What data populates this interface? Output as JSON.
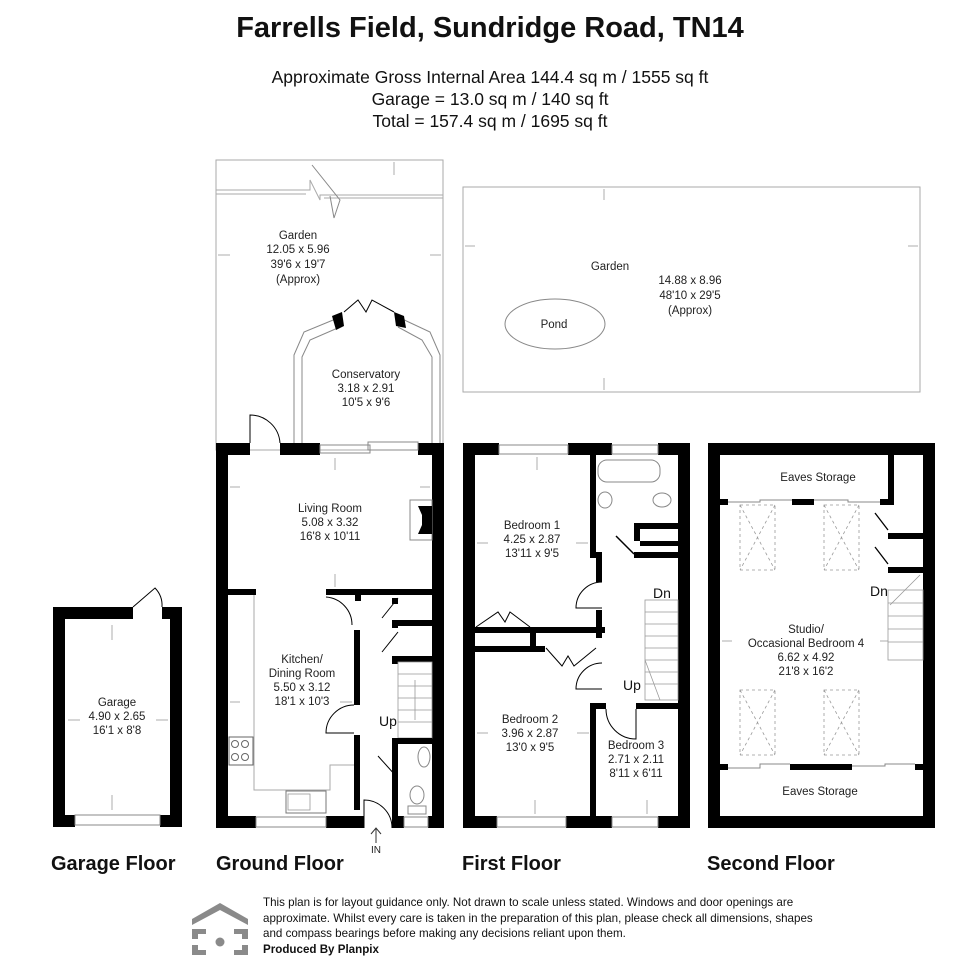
{
  "header": {
    "title": "Farrells Field, Sundridge Road, TN14",
    "area_lines": [
      "Approximate Gross Internal Area 144.4 sq m / 1555 sq ft",
      "Garage = 13.0 sq m / 140 sq ft",
      "Total = 157.4 sq m / 1695 sq ft"
    ]
  },
  "floors": {
    "garage": {
      "label": "Garage Floor",
      "rooms": [
        {
          "name": "Garage",
          "metric": "4.90 x 2.65",
          "imperial": "16'1 x 8'8"
        }
      ]
    },
    "ground": {
      "label": "Ground Floor",
      "entrance": "IN",
      "stairs": "Up",
      "rooms": [
        {
          "name": "Garden",
          "metric": "12.05 x 5.96",
          "imperial": "39'6 x 19'7",
          "note": "(Approx)"
        },
        {
          "name": "Conservatory",
          "metric": "3.18 x 2.91",
          "imperial": "10'5 x 9'6"
        },
        {
          "name": "Living Room",
          "metric": "5.08 x 3.32",
          "imperial": "16'8 x 10'11"
        },
        {
          "name": "Kitchen/",
          "name2": "Dining Room",
          "metric": "5.50 x 3.12",
          "imperial": "18'1 x 10'3"
        }
      ]
    },
    "first": {
      "label": "First Floor",
      "stairs_down": "Dn",
      "stairs_up": "Up",
      "rooms": [
        {
          "name": "Garden",
          "metric": "14.88 x 8.96",
          "imperial": "48'10 x 29'5",
          "note": "(Approx)",
          "feature": "Pond"
        },
        {
          "name": "Bedroom 1",
          "metric": "4.25 x 2.87",
          "imperial": "13'11 x 9'5"
        },
        {
          "name": "Bedroom 2",
          "metric": "3.96 x 2.87",
          "imperial": "13'0 x 9'5"
        },
        {
          "name": "Bedroom 3",
          "metric": "2.71 x 2.11",
          "imperial": "8'11 x 6'11"
        }
      ]
    },
    "second": {
      "label": "Second Floor",
      "stairs_down": "Dn",
      "rooms": [
        {
          "name": "Eaves Storage"
        },
        {
          "name": "Studio/",
          "name2": "Occasional Bedroom 4",
          "metric": "6.62 x 4.92",
          "imperial": "21'8 x 16'2"
        },
        {
          "name": "Eaves Storage"
        }
      ]
    }
  },
  "footer": {
    "disclaimer": "This plan is for layout guidance only. Not drawn to scale unless stated. Windows and door openings are approximate. Whilst every care is taken in the preparation of this plan, please check all dimensions, shapes and compass bearings before making any decisions reliant upon them.",
    "producer": "Produced By Planpix",
    "logo_icon": "house-frame-logo-icon"
  },
  "colors": {
    "wall": "#000000",
    "thin_line": "#888888",
    "logo": "#8a8a8a",
    "text": "#111111"
  }
}
